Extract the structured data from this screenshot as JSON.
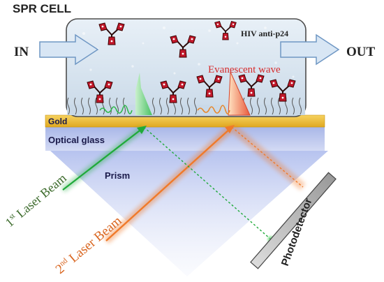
{
  "labels": {
    "title": "SPR CELL",
    "in": "IN",
    "out": "OUT",
    "antibody": "HIV anti-p24",
    "evanescent": "Evanescent wave",
    "gold": "Gold",
    "glass": "Optical glass",
    "prism": "Prism",
    "beam1_ord": "1",
    "beam1_sup": "st",
    "beam1_text": " Laser Beam",
    "beam2_ord": "2",
    "beam2_sup": "nd",
    "beam2_text": " Laser Beam",
    "detector": "Photodetector"
  },
  "colors": {
    "gold": "#f1c232",
    "glass": "#b9c4ea",
    "prism": "#c7d0f2",
    "beam1": "#1faa3a",
    "beam2": "#f07a2a",
    "evanescent": "#d62b2b",
    "label_green": "#3b6a2a",
    "label_orange": "#d9651f",
    "cell_fill": "#d6e3ef",
    "arrow_fill": "#d8e6f4",
    "arrow_stroke": "#6f97c4",
    "antibody_red": "#c0182a",
    "detector_fill": "#bdbdbd"
  },
  "icons": {
    "antibody": "y-shaped-antibody-icon",
    "inflow": "right-arrow-icon",
    "outflow": "right-arrow-icon"
  }
}
